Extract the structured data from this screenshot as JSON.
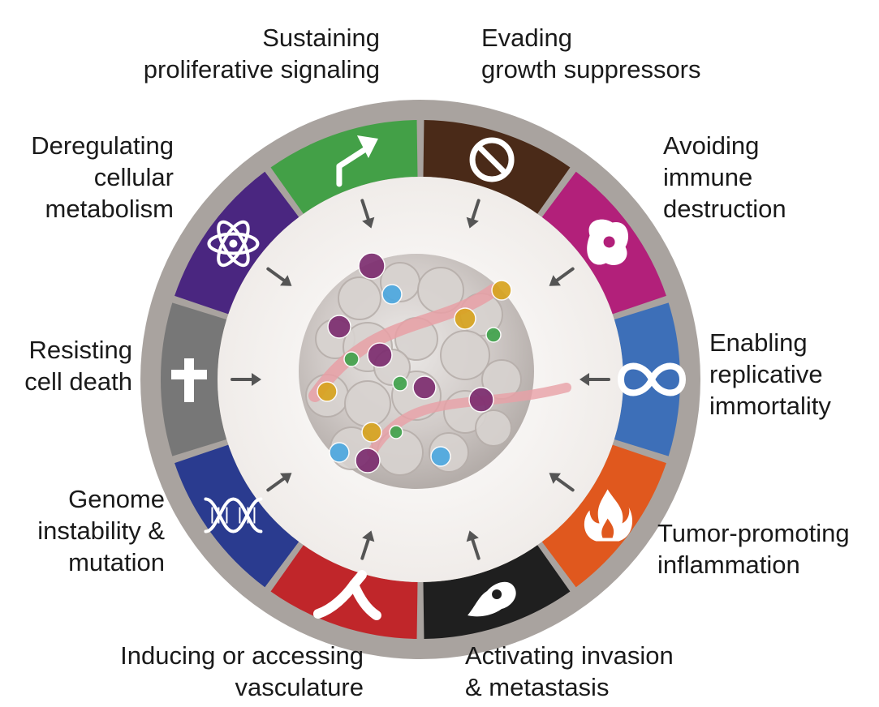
{
  "colors": {
    "ring": "#a9a39f",
    "inner_bg": "#f7f5f3",
    "arrow": "#555555",
    "proliferative": "#43a047",
    "growth_suppressors": "#4a2a18",
    "immune_destruction": "#b2207a",
    "replicative_immortality": "#3d6fb8",
    "inflammation": "#e0581e",
    "invasion_metastasis": "#1f1f1f",
    "vasculature": "#c0262a",
    "genome_instability": "#2a3b8f",
    "cell_death": "#777777",
    "metabolism": "#4a2680"
  },
  "hallmarks": [
    {
      "id": "proliferative",
      "lines": [
        "Sustaining",
        "proliferative signaling"
      ],
      "icon": "arrow-up-right-icon"
    },
    {
      "id": "growth_suppressors",
      "lines": [
        "Evading",
        "growth suppressors"
      ],
      "icon": "prohibited-sign-icon"
    },
    {
      "id": "immune_destruction",
      "lines": [
        "Avoiding",
        "immune",
        "destruction"
      ],
      "icon": "immune-cell-icon"
    },
    {
      "id": "replicative_immortality",
      "lines": [
        "Enabling",
        "replicative",
        "immortality"
      ],
      "icon": "infinity-icon"
    },
    {
      "id": "inflammation",
      "lines": [
        "Tumor-promoting",
        "inflammation"
      ],
      "icon": "flame-icon"
    },
    {
      "id": "invasion_metastasis",
      "lines": [
        "Activating invasion",
        "& metastasis"
      ],
      "icon": "migrating-cell-icon"
    },
    {
      "id": "vasculature",
      "lines": [
        "Inducing or accessing",
        "vasculature"
      ],
      "icon": "blood-vessel-icon"
    },
    {
      "id": "genome_instability",
      "lines": [
        "Genome",
        "instability &",
        "mutation"
      ],
      "icon": "dna-helix-icon"
    },
    {
      "id": "cell_death",
      "lines": [
        "Resisting",
        "cell death"
      ],
      "icon": "cross-icon"
    },
    {
      "id": "metabolism",
      "lines": [
        "Deregulating",
        "cellular",
        "metabolism"
      ],
      "icon": "atom-icon"
    }
  ]
}
